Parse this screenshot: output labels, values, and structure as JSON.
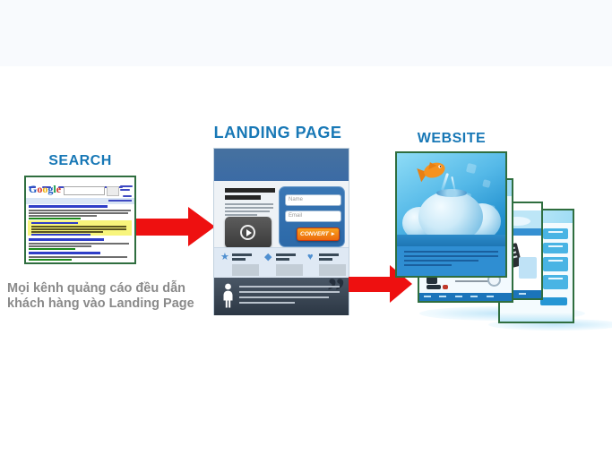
{
  "colors": {
    "accent_blue": "#1878b6",
    "caption_gray": "#8a8a8a",
    "arrow_red": "#ee1010",
    "border_green": "#2f6e3f",
    "highlight_yellow": "#f8f57c",
    "lp_header_blue": "#3b6ba5",
    "form_panel_blue": "#2c69a8",
    "convert_top": "#f9a21d",
    "convert_bottom": "#ec6a0d",
    "convert_border": "#c93a0c",
    "features_bg": "#dfe9f4",
    "feature_icon_blue": "#4f8fd0",
    "footer_top": "#4a5766",
    "footer_bottom": "#2c3744"
  },
  "search": {
    "title": "SEARCH",
    "caption_line1": "Mọi kênh quảng cáo đều dẫn",
    "caption_line2": "khách hàng vào Landing Page",
    "google_logo": {
      "letters": [
        "G",
        "o",
        "o",
        "g",
        "l",
        "e"
      ],
      "letter_colors": [
        "#1a56c4",
        "#d7352a",
        "#eeb211",
        "#1a56c4",
        "#0d9441",
        "#d7352a"
      ]
    }
  },
  "landing": {
    "title": "LANDING PAGE",
    "form": {
      "name_placeholder": "Name",
      "email_placeholder": "Email",
      "convert_label": "CONVERT ►"
    },
    "feature_icons": {
      "star": "★",
      "cube": "◆",
      "heart": "♥"
    },
    "footer": {
      "quote_glyph": "”"
    }
  },
  "website": {
    "title": "WEBSITE"
  }
}
